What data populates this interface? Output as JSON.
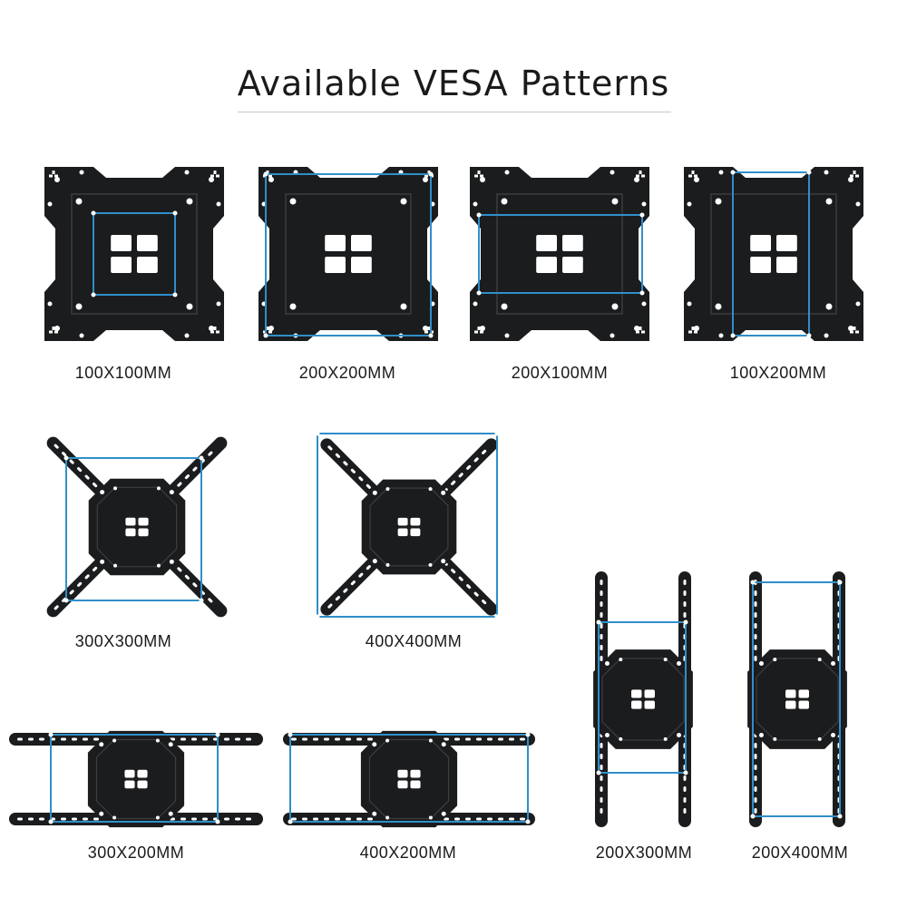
{
  "title": "Available VESA Patterns",
  "colors": {
    "plate": "#1b1c1e",
    "plate_edge": "#3b3d40",
    "hole": "#ffffff",
    "outline": "#2f8fc9"
  },
  "patterns": [
    {
      "key": "p100x100",
      "label": "100X100MM"
    },
    {
      "key": "p200x200",
      "label": "200X200MM"
    },
    {
      "key": "p200x100",
      "label": "200X100MM"
    },
    {
      "key": "p100x200",
      "label": "100X200MM"
    },
    {
      "key": "p300x300",
      "label": "300X300MM"
    },
    {
      "key": "p400x400",
      "label": "400X400MM"
    },
    {
      "key": "p300x200",
      "label": "300X200MM"
    },
    {
      "key": "p400x200",
      "label": "400X200MM"
    },
    {
      "key": "p200x300",
      "label": "200X300MM"
    },
    {
      "key": "p200x400",
      "label": "200X400MM"
    }
  ]
}
